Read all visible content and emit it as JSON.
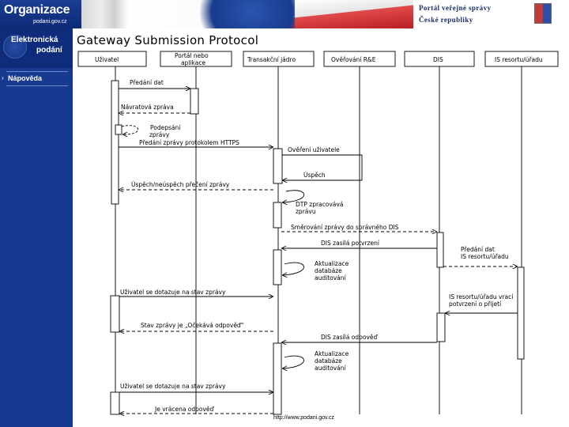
{
  "banner": {
    "logo_title": "Organizace",
    "logo_subtitle": "podani.gov.cz",
    "portal_line1": "Portál veřejné správy",
    "portal_line2": "České republiky"
  },
  "sidebar": {
    "title_line1": "Elektronická",
    "title_line2": "podání",
    "help_label": "Nápověda"
  },
  "diagram": {
    "title": "Gateway Submission Protocol",
    "participants": [
      {
        "label_1": "Uživatel",
        "label_2": ""
      },
      {
        "label_1": "Portál nebo",
        "label_2": "aplikace"
      },
      {
        "label_1": "Transakční jádro",
        "label_2": ""
      },
      {
        "label_1": "Ověřování R&E",
        "label_2": ""
      },
      {
        "label_1": "DIS",
        "label_2": ""
      },
      {
        "label_1": "IS resortu/úřadu",
        "label_2": ""
      }
    ],
    "messages": [
      "Předání dat",
      "Návratová zpráva",
      "Podepsání",
      "zprávy",
      "Předání zprávy protokolem HTTPS",
      "Ověření uživatele",
      "Úspěch",
      "Úspěch/neúspěch přečení zprávy",
      "DTP zpracovává",
      "zprávu",
      "Směrování zprávy do správného DIS",
      "DIS zasílá potvrzení",
      "Předání dat",
      "IS resortu/úřadu",
      "Aktualizace",
      "databáze",
      "auditování",
      "Uživatel se dotazuje na stav zprávy",
      "IS resortu/úřadu vrací",
      "potvrzení o přijetí",
      "Stav zprávy je „Očekává odpověď“",
      "DIS zasílá odpověď",
      "Aktualizace",
      "databáze",
      "auditování",
      "Uživatel se dotazuje na stav zprávy",
      "Je vrácena odpověď"
    ]
  },
  "footer": {
    "url": "http://www.podani.gov.cz"
  }
}
